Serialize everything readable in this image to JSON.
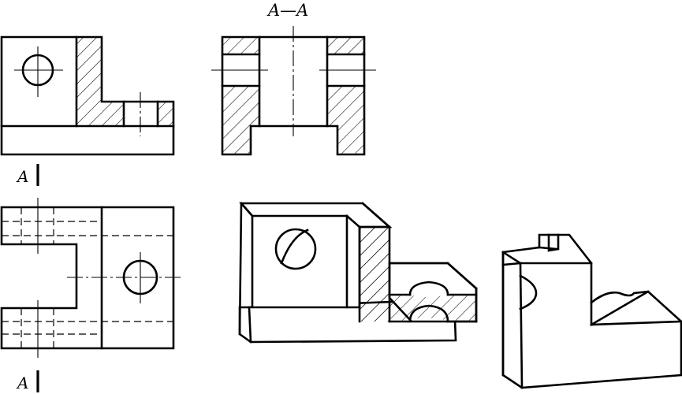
{
  "labels": {
    "section_title": "A—A",
    "cut_top": "A",
    "cut_bottom": "A"
  },
  "colors": {
    "line": "#000000",
    "background": "#ffffff"
  }
}
